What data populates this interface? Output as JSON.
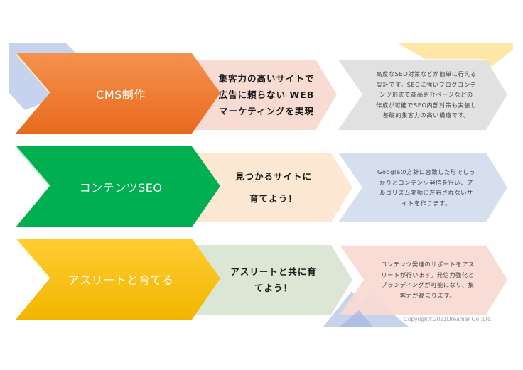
{
  "colors": {
    "decor_blue": "#c7d3ec",
    "decor_blue_dark": "#9fb3dd",
    "decor_yellow": "#fde6a6",
    "row1_main_top": "#f4924e",
    "row1_main_bottom": "#e96a1e",
    "row1_mid": "#f8dbd3",
    "row1_desc": "#e1e1e1",
    "row2_main": "#00b050",
    "row2_mid": "#fde9d3",
    "row2_desc": "#d5dfee",
    "row3_main_top": "#ffcc33",
    "row3_main_bottom": "#f2b600",
    "row3_mid": "#dbe6d5",
    "row3_desc": "#f8d9d1"
  },
  "rows": [
    {
      "main": "CMS制作",
      "mid": "集客力の高いサイトで\n広告に頼らない WEB\nマーケティングを実現",
      "desc": "高度なSEO対策などが簡単に行える\n設計です。SEOに強いブログコンテ\nンツ形式で商品紹介ページなどの\n作成が可能でSEO内部対策も実装し\n基礎的集客力の高い構造です。"
    },
    {
      "main": "コンテンツSEO",
      "mid": "見つかるサイトに\n育てよう！",
      "desc": "Googleの方針に合致した形でしっ\nかりとコンテンツ発信を行い、ア\nルゴリズム変動に左右されないサ\nイトを作ります。"
    },
    {
      "main": "アスリートと育てる",
      "mid": "アスリートと共に育\nてよう！",
      "desc": "コンテンツ発進のサポートをアス\nリートが行います。発信力強化と\nブランディングが可能になり、集\n客力が高まります。"
    }
  ],
  "footer": {
    "copyright": "Copyright©2021Dreamer Co.,Ltd."
  }
}
